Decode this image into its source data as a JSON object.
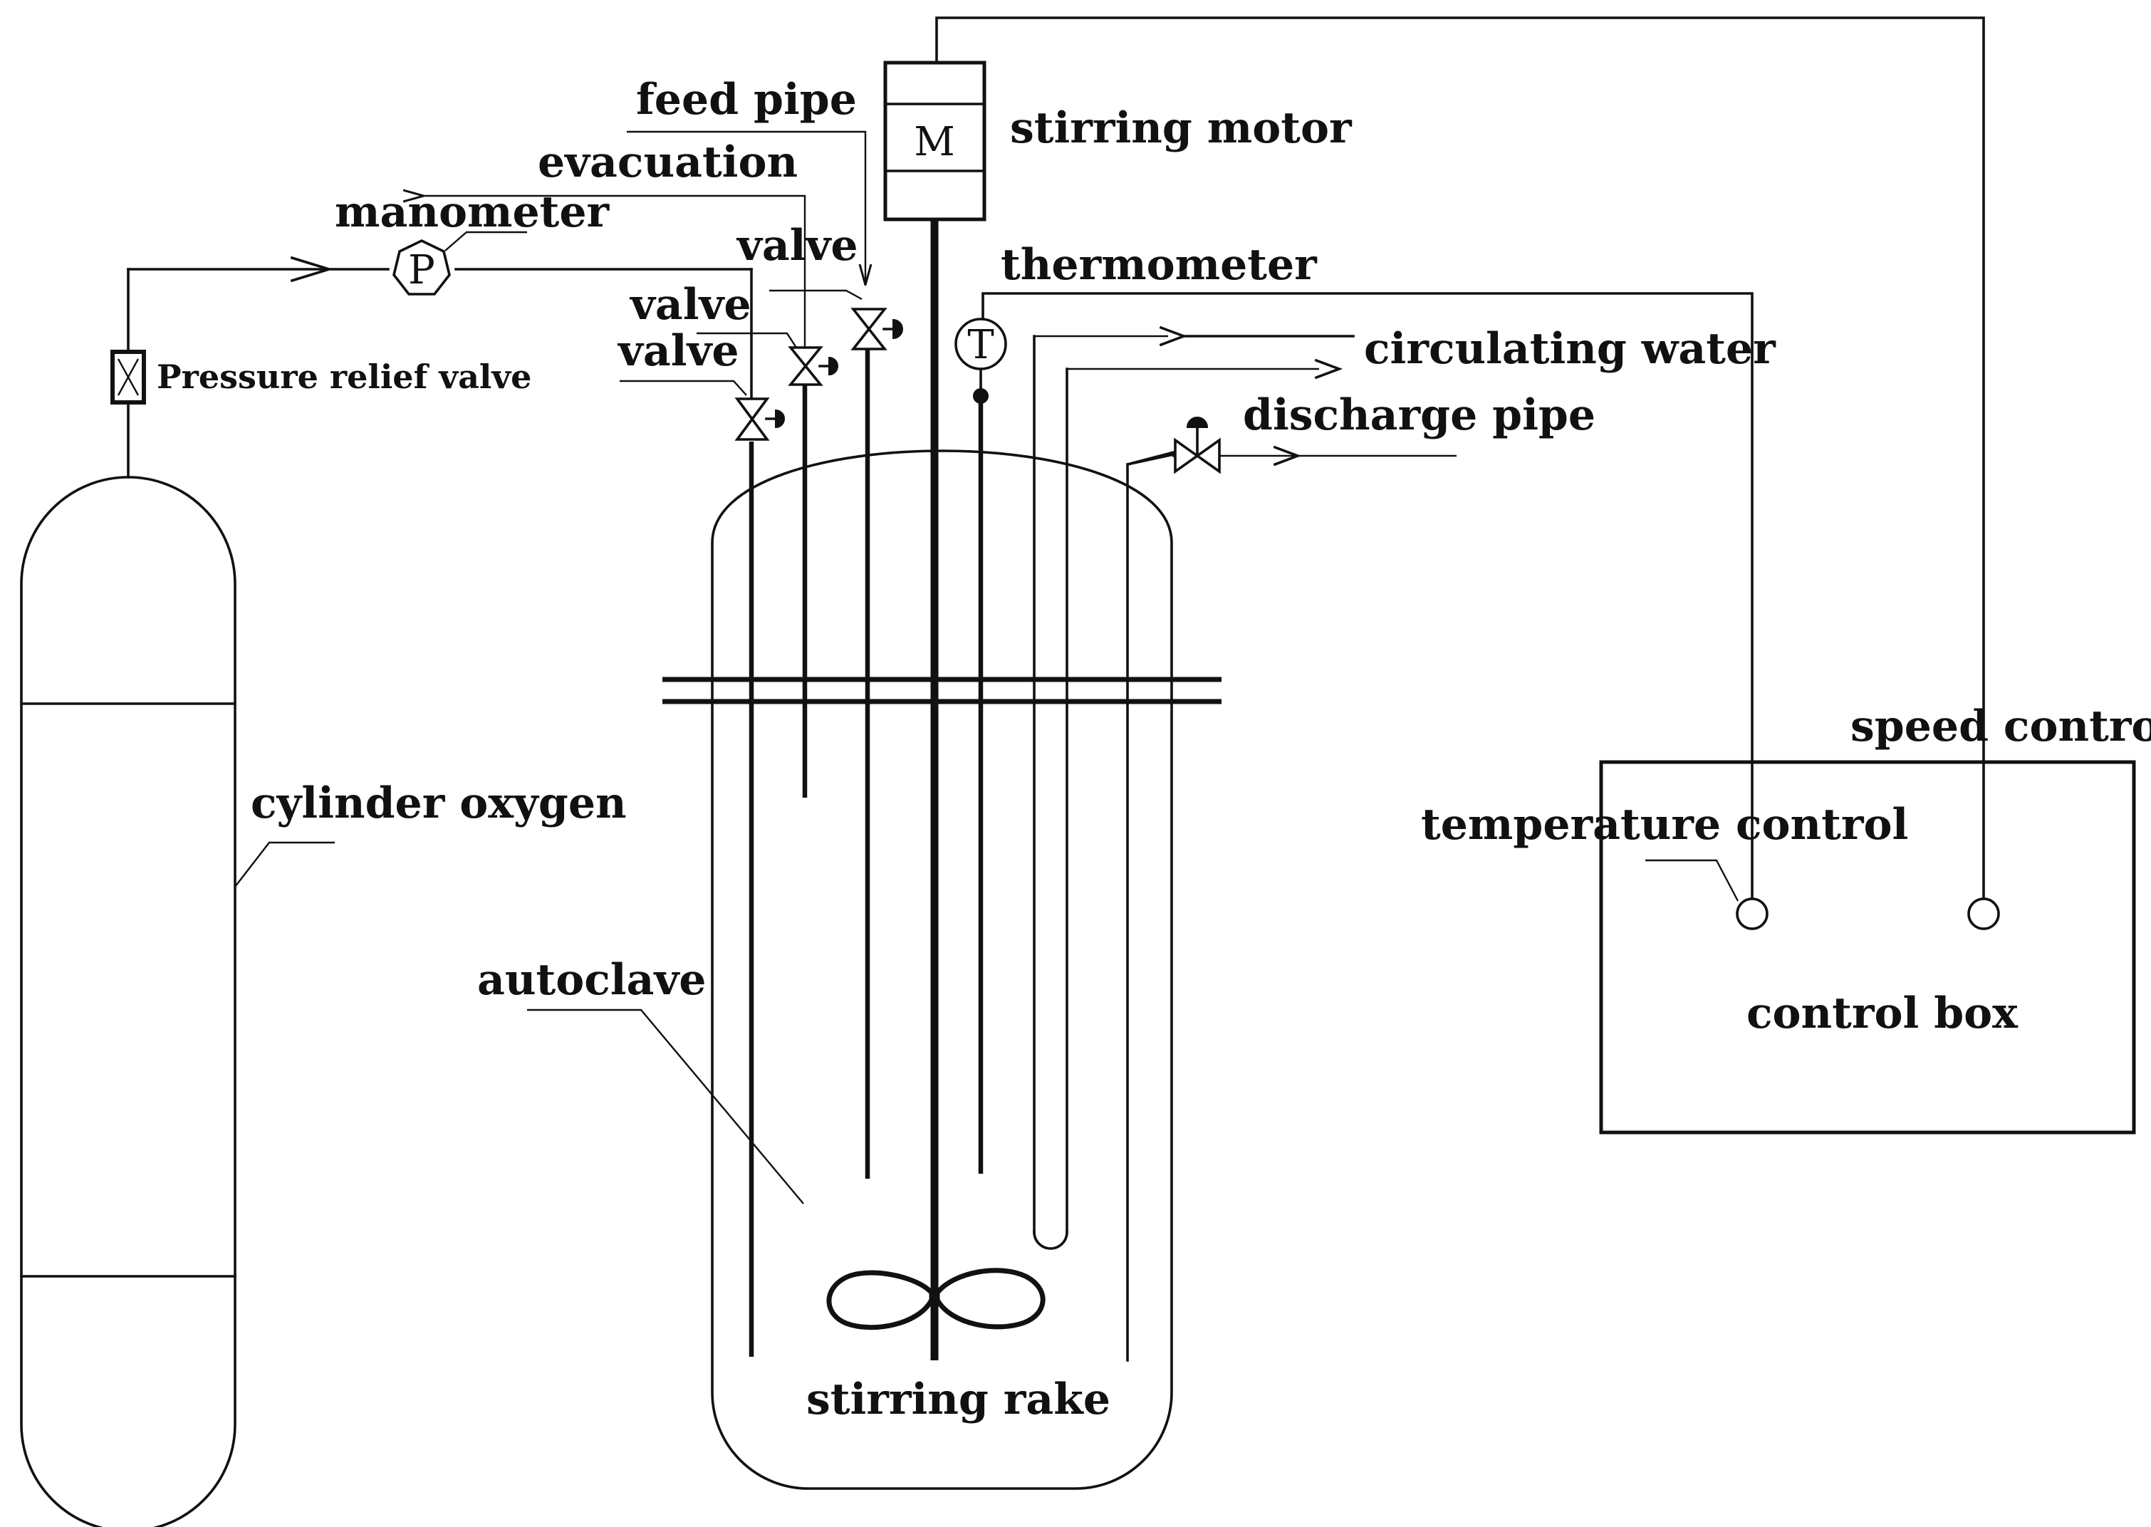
{
  "labels": {
    "feed_pipe": "feed pipe",
    "stirring_motor": "stirring motor",
    "evacuation": "evacuation",
    "manometer": "manometer",
    "valve_top": "valve",
    "valve_mid": "valve",
    "valve_low": "valve",
    "thermometer": "thermometer",
    "circulating_water": "circulating water",
    "pressure_relief_valve": "Pressure relief valve",
    "discharge_pipe": "discharge pipe",
    "speed_control": "speed control",
    "temperature_control": "temperature control",
    "cylinder_oxygen": "cylinder oxygen",
    "control_box": "control box",
    "autoclave": "autoclave",
    "stirring_rake": "stirring rake"
  },
  "symbols": {
    "motor": "M",
    "manometer": "P",
    "thermometer": "T"
  },
  "colors": {
    "line": "#111111",
    "background": "#ffffff"
  },
  "icons": {
    "valve": "bowtie-valve-icon",
    "manometer": "pressure-gauge-icon",
    "thermometer": "thermometer-gauge-icon",
    "motor": "motor-icon"
  }
}
